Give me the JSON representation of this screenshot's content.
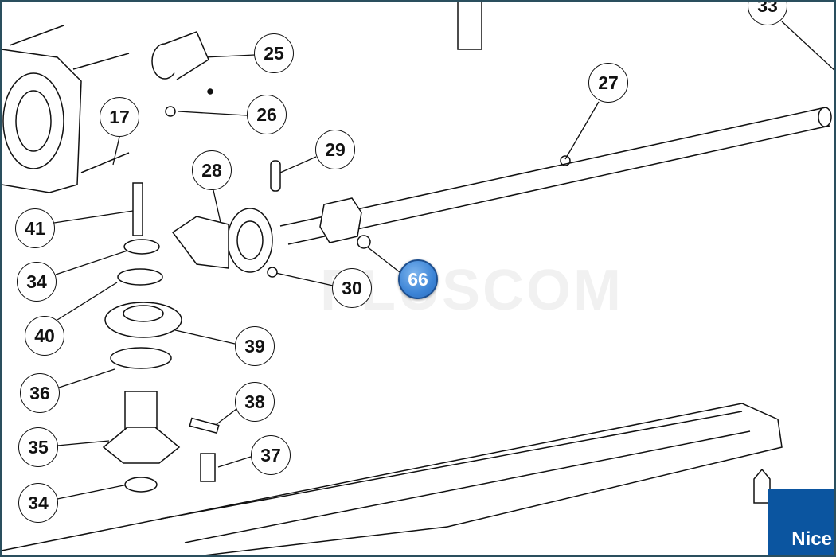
{
  "diagram": {
    "callouts": [
      {
        "label": "33",
        "highlighted": false
      },
      {
        "label": "25",
        "highlighted": false
      },
      {
        "label": "26",
        "highlighted": false
      },
      {
        "label": "17",
        "highlighted": false
      },
      {
        "label": "27",
        "highlighted": false
      },
      {
        "label": "29",
        "highlighted": false
      },
      {
        "label": "28",
        "highlighted": false
      },
      {
        "label": "41",
        "highlighted": false
      },
      {
        "label": "34",
        "highlighted": false
      },
      {
        "label": "30",
        "highlighted": false
      },
      {
        "label": "66",
        "highlighted": true
      },
      {
        "label": "40",
        "highlighted": false
      },
      {
        "label": "39",
        "highlighted": false
      },
      {
        "label": "36",
        "highlighted": false
      },
      {
        "label": "38",
        "highlighted": false
      },
      {
        "label": "35",
        "highlighted": false
      },
      {
        "label": "37",
        "highlighted": false
      },
      {
        "label": "34",
        "highlighted": false
      }
    ],
    "highlight_color": "#3c84d6",
    "watermark": "PLUSCOM",
    "brand": {
      "name": "Nice",
      "color": "#0b55a0"
    }
  }
}
